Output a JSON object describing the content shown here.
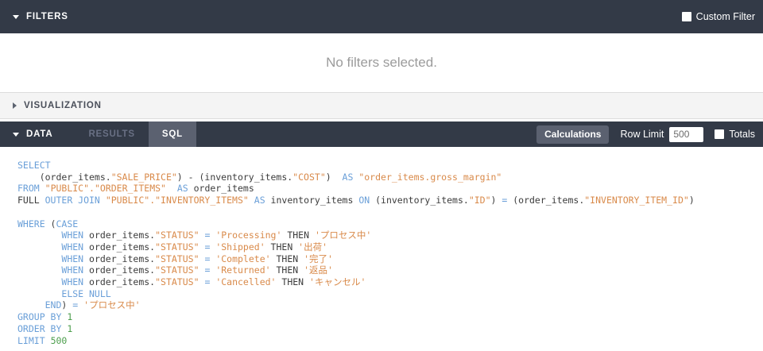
{
  "filters": {
    "title": "FILTERS",
    "toggle_icon": "caret-down-icon",
    "custom_filter_label": "Custom Filter",
    "custom_filter_checked": false,
    "empty_message": "No filters selected."
  },
  "visualization": {
    "title": "VISUALIZATION",
    "toggle_icon": "caret-right-icon",
    "collapsed": true
  },
  "data": {
    "title": "DATA",
    "toggle_icon": "caret-down-icon",
    "tabs": [
      {
        "label": "RESULTS",
        "active": false,
        "enabled": false
      },
      {
        "label": "SQL",
        "active": true,
        "enabled": true
      }
    ],
    "calculations_label": "Calculations",
    "row_limit_label": "Row Limit",
    "row_limit_value": "500",
    "totals_label": "Totals",
    "totals_checked": false
  },
  "sql": {
    "lines": [
      [
        {
          "t": "SELECT",
          "c": "k"
        }
      ],
      [
        {
          "t": "    (order_items.",
          "c": "p"
        },
        {
          "t": "\"SALE_PRICE\"",
          "c": "s"
        },
        {
          "t": ") - (inventory_items.",
          "c": "p"
        },
        {
          "t": "\"COST\"",
          "c": "s"
        },
        {
          "t": ")  ",
          "c": "p"
        },
        {
          "t": "AS",
          "c": "k"
        },
        {
          "t": " ",
          "c": "p"
        },
        {
          "t": "\"order_items.gross_margin\"",
          "c": "s"
        }
      ],
      [
        {
          "t": "FROM",
          "c": "k"
        },
        {
          "t": " ",
          "c": "p"
        },
        {
          "t": "\"PUBLIC\".\"ORDER_ITEMS\"",
          "c": "s"
        },
        {
          "t": "  ",
          "c": "p"
        },
        {
          "t": "AS",
          "c": "k"
        },
        {
          "t": " order_items",
          "c": "p"
        }
      ],
      [
        {
          "t": "FULL ",
          "c": "p"
        },
        {
          "t": "OUTER JOIN",
          "c": "k"
        },
        {
          "t": " ",
          "c": "p"
        },
        {
          "t": "\"PUBLIC\".\"INVENTORY_ITEMS\"",
          "c": "s"
        },
        {
          "t": " ",
          "c": "p"
        },
        {
          "t": "AS",
          "c": "k"
        },
        {
          "t": " inventory_items ",
          "c": "p"
        },
        {
          "t": "ON",
          "c": "k"
        },
        {
          "t": " (inventory_items.",
          "c": "p"
        },
        {
          "t": "\"ID\"",
          "c": "s"
        },
        {
          "t": ") ",
          "c": "p"
        },
        {
          "t": "=",
          "c": "op"
        },
        {
          "t": " (order_items.",
          "c": "p"
        },
        {
          "t": "\"INVENTORY_ITEM_ID\"",
          "c": "s"
        },
        {
          "t": ")",
          "c": "p"
        }
      ],
      [
        {
          "t": "",
          "c": "p"
        }
      ],
      [
        {
          "t": "WHERE",
          "c": "k"
        },
        {
          "t": " (",
          "c": "p"
        },
        {
          "t": "CASE",
          "c": "k"
        }
      ],
      [
        {
          "t": "        ",
          "c": "p"
        },
        {
          "t": "WHEN",
          "c": "k"
        },
        {
          "t": " order_items.",
          "c": "p"
        },
        {
          "t": "\"STATUS\"",
          "c": "s"
        },
        {
          "t": " ",
          "c": "p"
        },
        {
          "t": "=",
          "c": "op"
        },
        {
          "t": " ",
          "c": "p"
        },
        {
          "t": "'Processing'",
          "c": "s"
        },
        {
          "t": " THEN ",
          "c": "p"
        },
        {
          "t": "'プロセス中'",
          "c": "s"
        }
      ],
      [
        {
          "t": "        ",
          "c": "p"
        },
        {
          "t": "WHEN",
          "c": "k"
        },
        {
          "t": " order_items.",
          "c": "p"
        },
        {
          "t": "\"STATUS\"",
          "c": "s"
        },
        {
          "t": " ",
          "c": "p"
        },
        {
          "t": "=",
          "c": "op"
        },
        {
          "t": " ",
          "c": "p"
        },
        {
          "t": "'Shipped'",
          "c": "s"
        },
        {
          "t": " THEN ",
          "c": "p"
        },
        {
          "t": "'出荷'",
          "c": "s"
        }
      ],
      [
        {
          "t": "        ",
          "c": "p"
        },
        {
          "t": "WHEN",
          "c": "k"
        },
        {
          "t": " order_items.",
          "c": "p"
        },
        {
          "t": "\"STATUS\"",
          "c": "s"
        },
        {
          "t": " ",
          "c": "p"
        },
        {
          "t": "=",
          "c": "op"
        },
        {
          "t": " ",
          "c": "p"
        },
        {
          "t": "'Complete'",
          "c": "s"
        },
        {
          "t": " THEN ",
          "c": "p"
        },
        {
          "t": "'完了'",
          "c": "s"
        }
      ],
      [
        {
          "t": "        ",
          "c": "p"
        },
        {
          "t": "WHEN",
          "c": "k"
        },
        {
          "t": " order_items.",
          "c": "p"
        },
        {
          "t": "\"STATUS\"",
          "c": "s"
        },
        {
          "t": " ",
          "c": "p"
        },
        {
          "t": "=",
          "c": "op"
        },
        {
          "t": " ",
          "c": "p"
        },
        {
          "t": "'Returned'",
          "c": "s"
        },
        {
          "t": " THEN ",
          "c": "p"
        },
        {
          "t": "'返品'",
          "c": "s"
        }
      ],
      [
        {
          "t": "        ",
          "c": "p"
        },
        {
          "t": "WHEN",
          "c": "k"
        },
        {
          "t": " order_items.",
          "c": "p"
        },
        {
          "t": "\"STATUS\"",
          "c": "s"
        },
        {
          "t": " ",
          "c": "p"
        },
        {
          "t": "=",
          "c": "op"
        },
        {
          "t": " ",
          "c": "p"
        },
        {
          "t": "'Cancelled'",
          "c": "s"
        },
        {
          "t": " THEN ",
          "c": "p"
        },
        {
          "t": "'キャンセル'",
          "c": "s"
        }
      ],
      [
        {
          "t": "        ",
          "c": "p"
        },
        {
          "t": "ELSE NULL",
          "c": "k"
        }
      ],
      [
        {
          "t": "     ",
          "c": "p"
        },
        {
          "t": "END",
          "c": "k"
        },
        {
          "t": ") ",
          "c": "p"
        },
        {
          "t": "=",
          "c": "op"
        },
        {
          "t": " ",
          "c": "p"
        },
        {
          "t": "'プロセス中'",
          "c": "s"
        }
      ],
      [
        {
          "t": "GROUP BY",
          "c": "k"
        },
        {
          "t": " ",
          "c": "p"
        },
        {
          "t": "1",
          "c": "n"
        }
      ],
      [
        {
          "t": "ORDER BY",
          "c": "k"
        },
        {
          "t": " ",
          "c": "p"
        },
        {
          "t": "1",
          "c": "n"
        }
      ],
      [
        {
          "t": "LIMIT",
          "c": "k"
        },
        {
          "t": " ",
          "c": "p"
        },
        {
          "t": "500",
          "c": "n"
        }
      ]
    ]
  },
  "colors": {
    "bar_dark": "#333a47",
    "tab_active": "#5b6170",
    "keyword": "#6a9fd8",
    "string": "#d98a4a",
    "number": "#4c9e4c",
    "viz_bar": "#f4f4f4"
  }
}
